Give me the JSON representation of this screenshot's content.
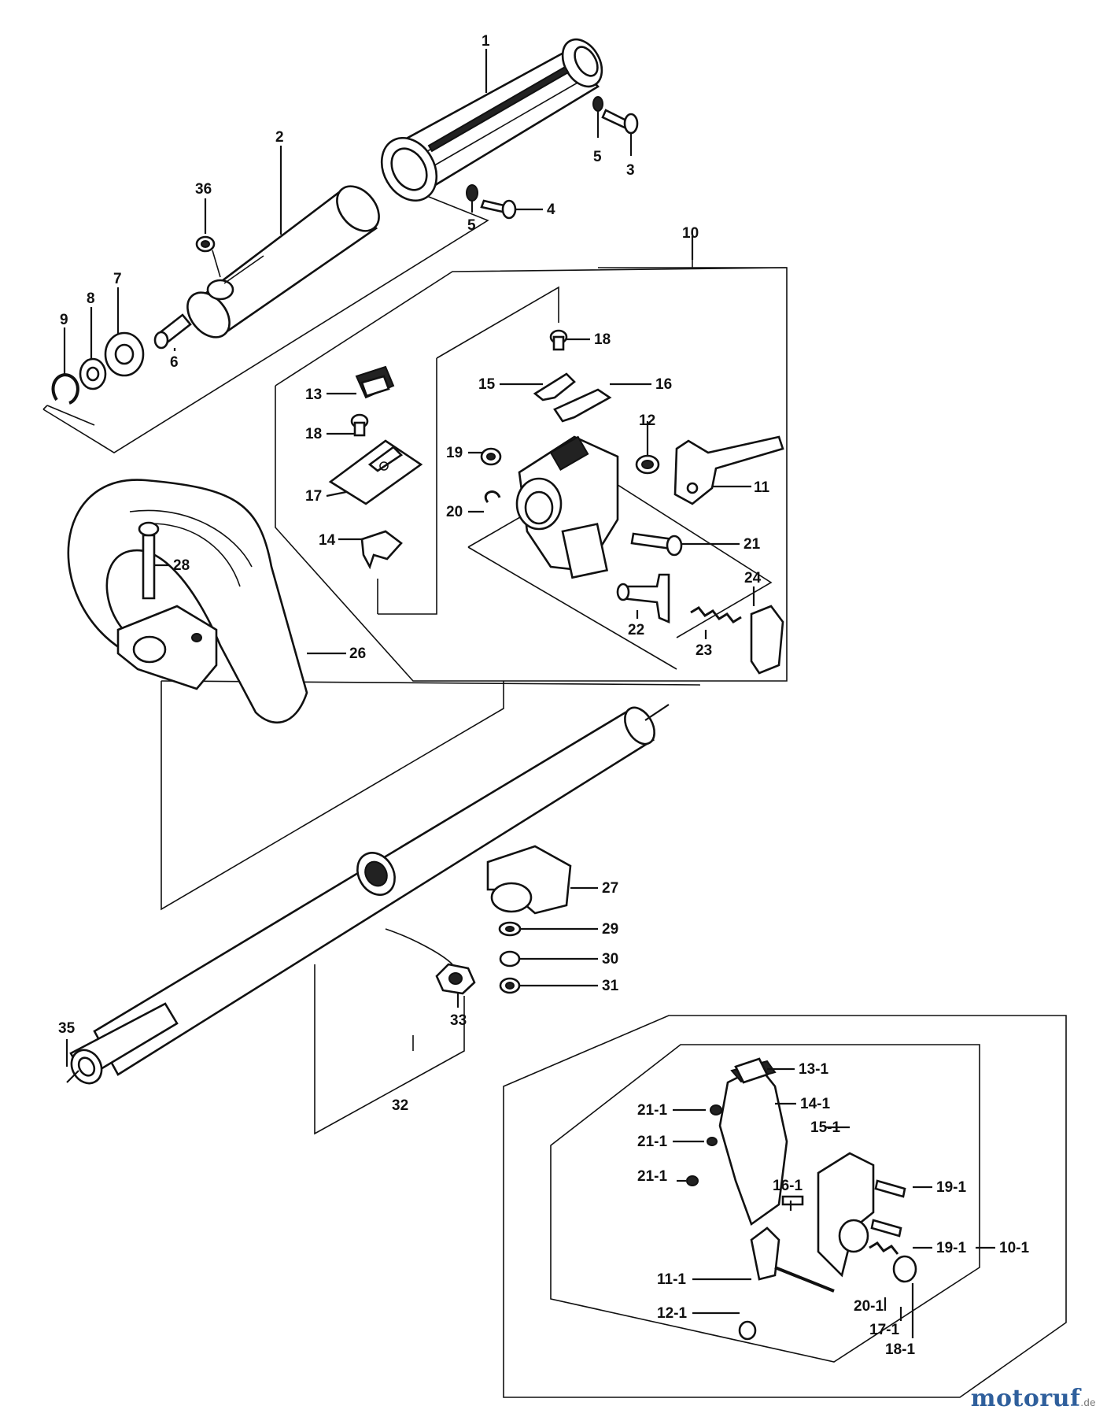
{
  "labels": {
    "p1": "1",
    "p2": "2",
    "p3": "3",
    "p4": "4",
    "p5a": "5",
    "p5b": "5",
    "p6": "6",
    "p7": "7",
    "p8": "8",
    "p9": "9",
    "p10": "10",
    "p11": "11",
    "p12": "12",
    "p13": "13",
    "p14": "14",
    "p15": "15",
    "p16": "16",
    "p17": "17",
    "p18a": "18",
    "p18b": "18",
    "p19": "19",
    "p20": "20",
    "p21": "21",
    "p22": "22",
    "p23": "23",
    "p24": "24",
    "p26": "26",
    "p27": "27",
    "p28": "28",
    "p29": "29",
    "p30": "30",
    "p31": "31",
    "p32": "32",
    "p33": "33",
    "p35": "35",
    "p36": "36",
    "s13_1": "13-1",
    "s14_1": "14-1",
    "s15_1": "15-1",
    "s21_1a": "21-1",
    "s21_1b": "21-1",
    "s21_1c": "21-1",
    "s16_1": "16-1",
    "s19_1a": "19-1",
    "s19_1b": "19-1",
    "s10_1": "10-1",
    "s11_1": "11-1",
    "s12_1": "12-1",
    "s20_1": "20-1",
    "s17_1": "17-1",
    "s18_1": "18-1"
  },
  "watermark": {
    "brand": "motoruf",
    "suffix": ".de"
  }
}
